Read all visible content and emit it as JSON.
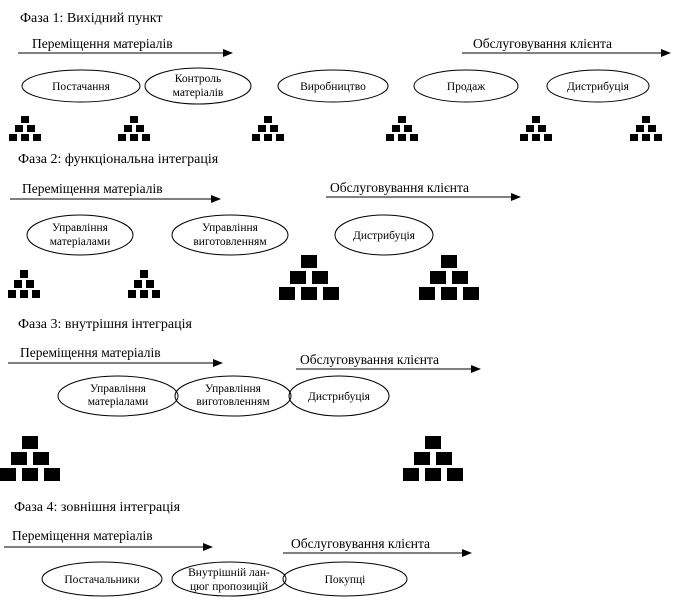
{
  "diagram": {
    "phases": [
      {
        "title": "Фаза 1: Вихідний пункт",
        "materials_flow_label": "Переміщення матеріалів",
        "service_flow_label": "Обслуговування клієнта",
        "nodes": [
          {
            "lines": [
              "Постачання"
            ]
          },
          {
            "lines": [
              "Контроль",
              "матеріалів"
            ]
          },
          {
            "lines": [
              "Виробництво"
            ]
          },
          {
            "lines": [
              "Продаж"
            ]
          },
          {
            "lines": [
              "Дистрибуція"
            ]
          }
        ],
        "inventory_stacks": 6
      },
      {
        "title": "Фаза 2: функціональна інтеграція",
        "materials_flow_label": "Переміщення матеріалів",
        "service_flow_label": "Обслуговування клієнта",
        "nodes": [
          {
            "lines": [
              "Управління",
              "матеріалами"
            ]
          },
          {
            "lines": [
              "Управління",
              "виготовленням"
            ]
          },
          {
            "lines": [
              "Дистрибуція"
            ]
          }
        ],
        "inventory_stacks": 4
      },
      {
        "title": "Фаза 3: внутрішня інтеграція",
        "materials_flow_label": "Переміщення матеріалів",
        "service_flow_label": "Обслуговування клієнта",
        "nodes": [
          {
            "lines": [
              "Управління",
              "матеріалами"
            ]
          },
          {
            "lines": [
              "Управління",
              "виготовленням"
            ]
          },
          {
            "lines": [
              "Дистрибуція"
            ]
          }
        ],
        "inventory_stacks": 2
      },
      {
        "title": "Фаза 4: зовнішня інтеграція",
        "materials_flow_label": "Переміщення матеріалів",
        "service_flow_label": "Обслуговування клієнта",
        "nodes": [
          {
            "lines": [
              "Постачальники"
            ]
          },
          {
            "lines": [
              "Внутрішній лан-",
              "цюг пропозицій"
            ]
          },
          {
            "lines": [
              "Покупці"
            ]
          }
        ],
        "inventory_stacks": 0
      }
    ]
  }
}
